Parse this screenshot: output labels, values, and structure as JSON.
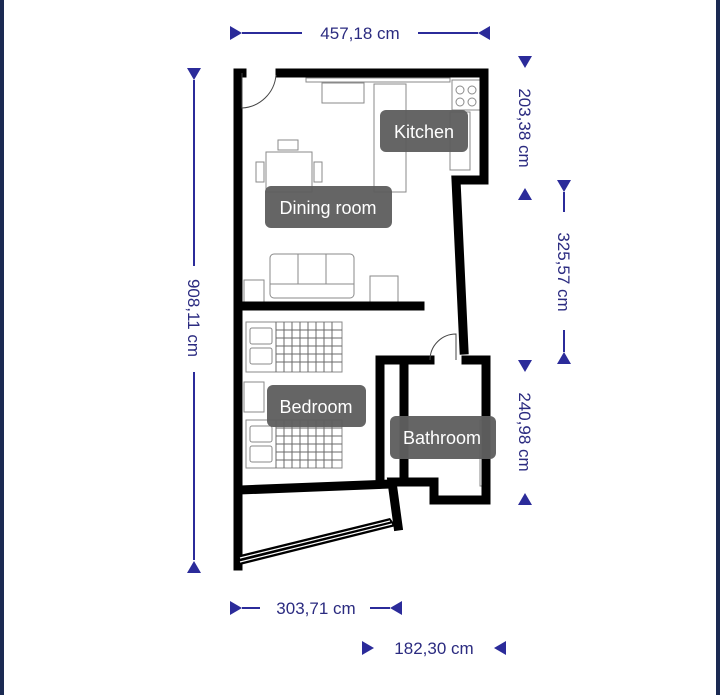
{
  "dimensions": {
    "top_width": "457,18 cm",
    "left_height": "908,11 cm",
    "kitchen_depth": "203,38 cm",
    "middle_right": "325,57 cm",
    "bathroom_depth": "240,98 cm",
    "bottom_left_width": "303,71 cm",
    "bottom_right_width": "182,30 cm"
  },
  "rooms": {
    "kitchen": "Kitchen",
    "dining_room": "Dining room",
    "bedroom": "Bedroom",
    "bathroom": "Bathroom"
  },
  "colors": {
    "dimension": "#2b2b9a",
    "wall": "#000000",
    "label_bg": "#5f5f5f",
    "label_text": "#ffffff"
  }
}
